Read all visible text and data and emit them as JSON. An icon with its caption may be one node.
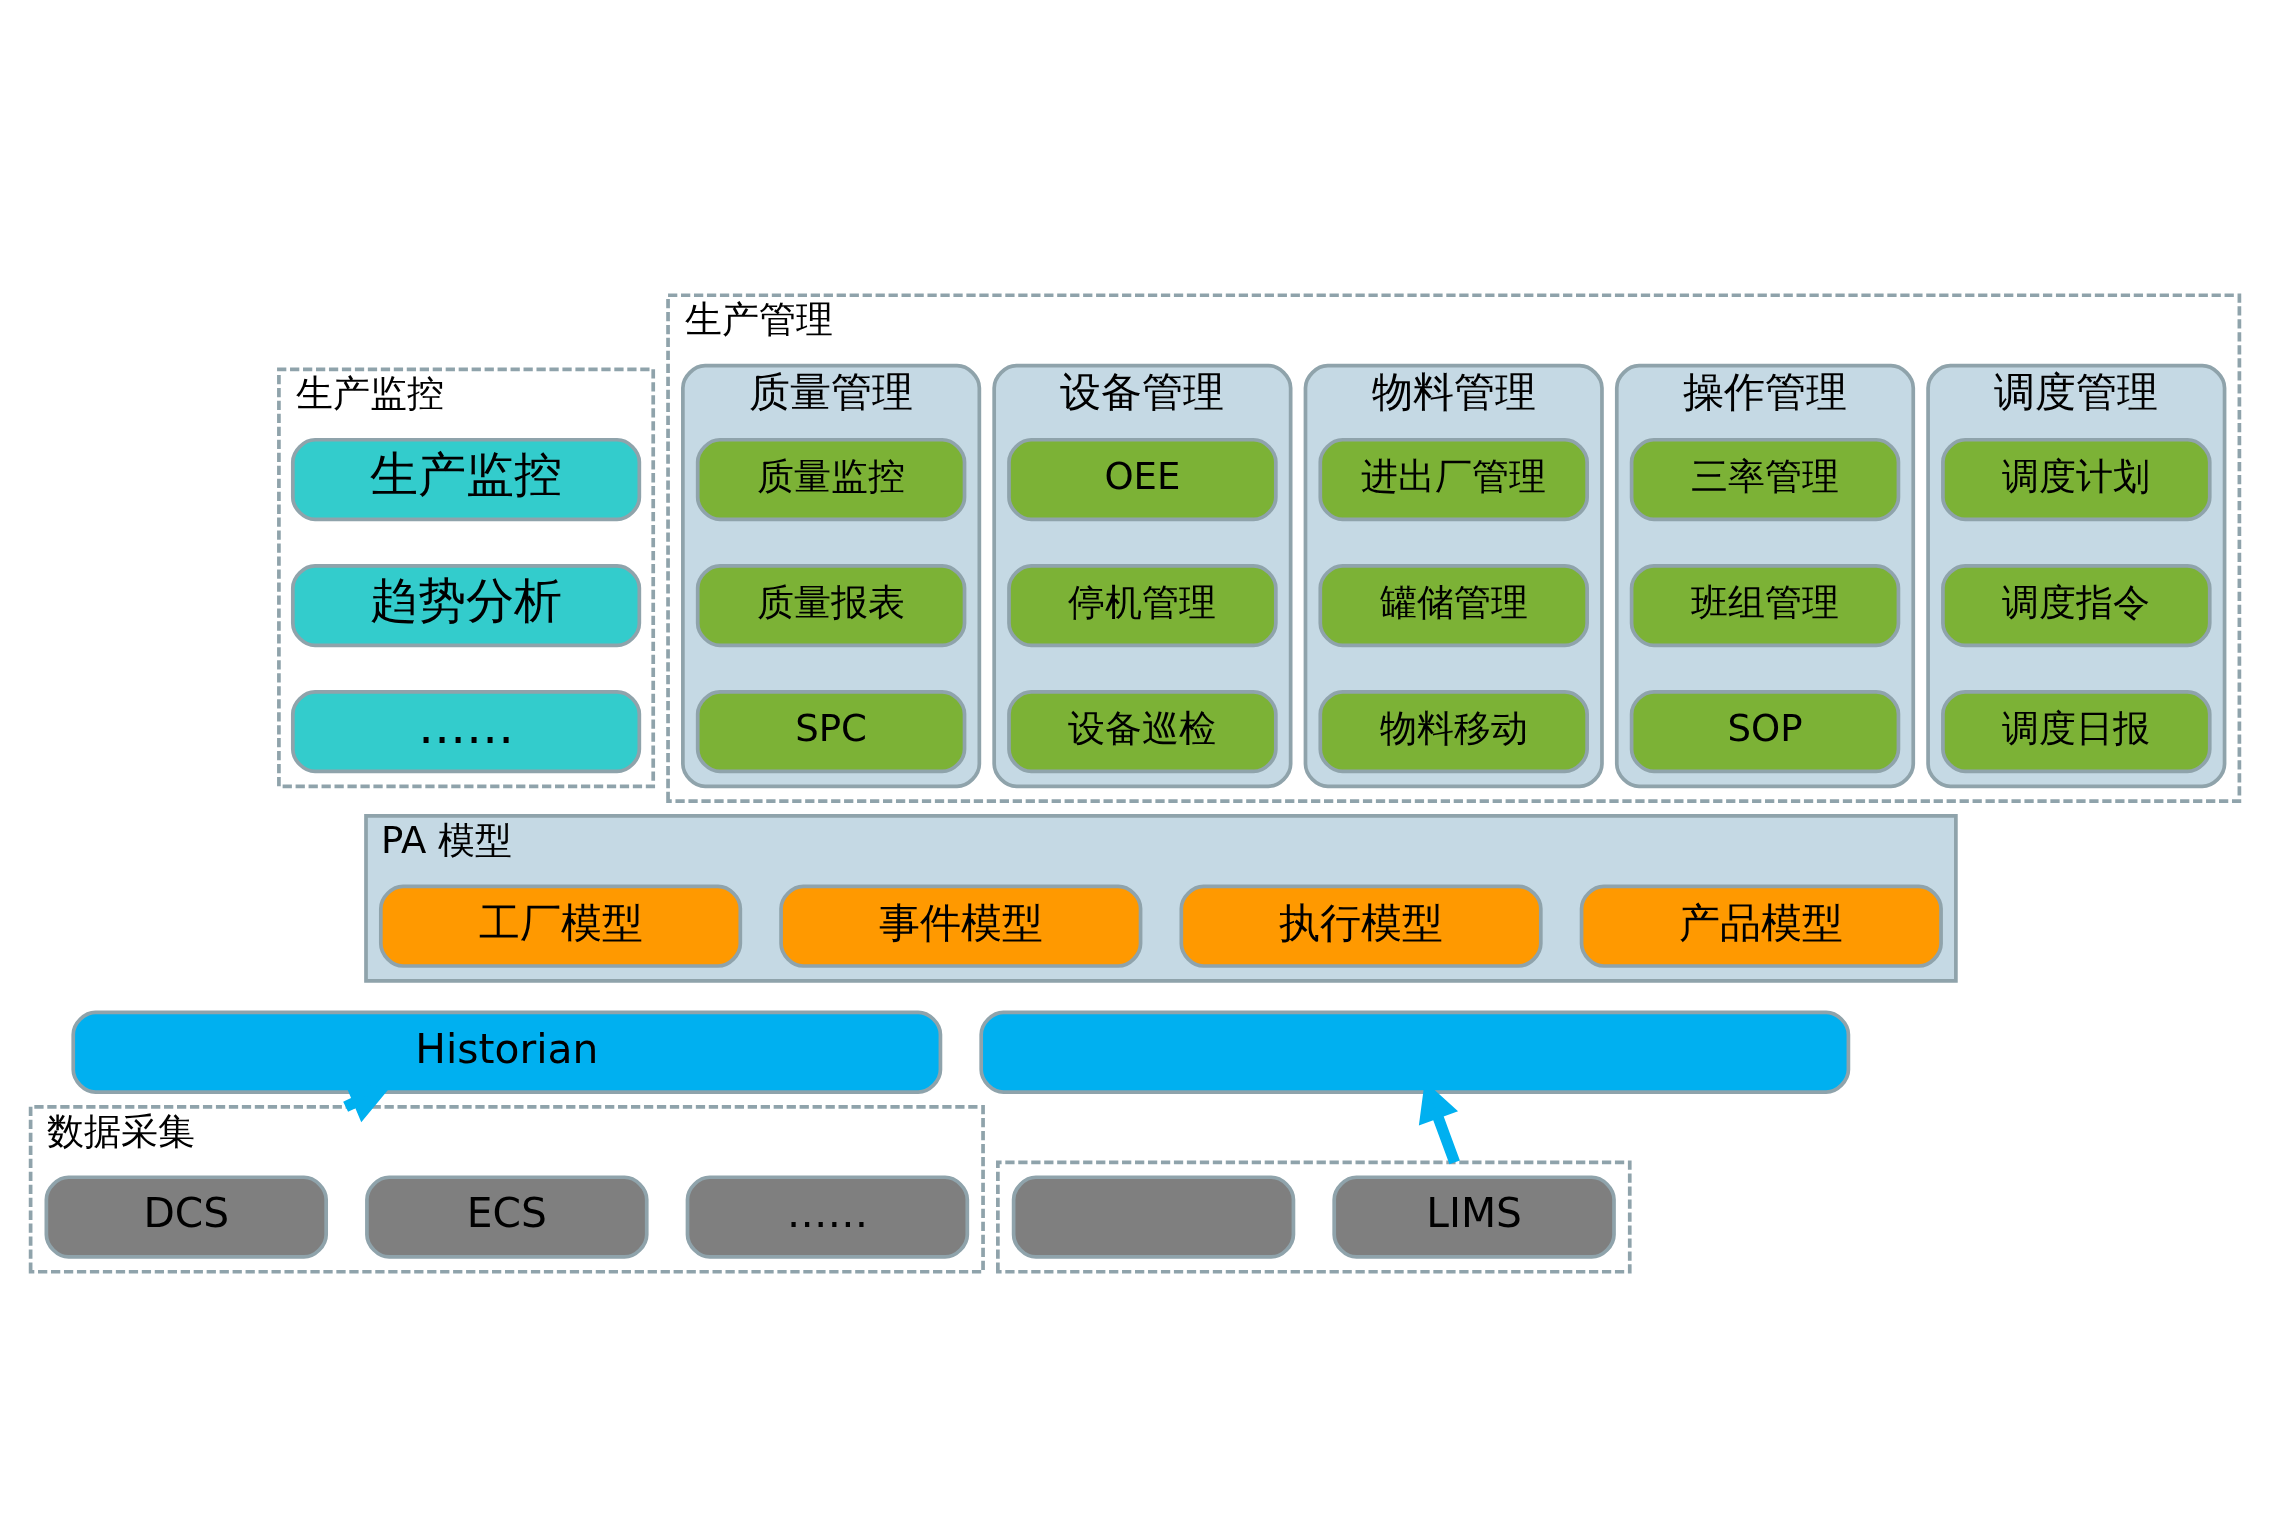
{
  "diagram": {
    "nodes": [
      {
        "text": [
          "生产监控"
        ]
      },
      {
        "text": [
          "生产监控"
        ],
        "in": 0
      },
      {
        "text": [
          "趋势分析"
        ],
        "in": 0
      },
      {
        "text": [
          "……"
        ],
        "in": 0
      },
      {
        "text": [
          "生产管理"
        ]
      },
      {
        "text": [
          "调度管理"
        ],
        "in": 4
      },
      {
        "text": [
          "调度计划"
        ],
        "in": 5
      },
      {
        "text": [
          "调度指令"
        ],
        "in": 5
      },
      {
        "text": [
          "调度日报"
        ],
        "in": 5
      },
      {
        "text": [
          "操作管理"
        ],
        "in": 4
      },
      {
        "text": [
          "三率管理"
        ],
        "in": 9
      },
      {
        "text": [
          "班组管理"
        ],
        "in": 9
      },
      {
        "text": [
          "SOP"
        ],
        "in": 9
      },
      {
        "text": [
          "物料管理"
        ],
        "in": 4
      },
      {
        "text": [
          "进出厂管理"
        ],
        "in": 13
      },
      {
        "text": [
          "罐储管理"
        ],
        "in": 13
      },
      {
        "text": [
          "物料移动"
        ],
        "in": 13
      },
      {
        "text": [
          "设备管理"
        ],
        "in": 4
      },
      {
        "text": [
          "OEE"
        ],
        "in": 17
      },
      {
        "text": [
          "停机管理"
        ],
        "in": 17
      },
      {
        "text": [
          "设备巡检"
        ],
        "in": 17
      },
      {
        "text": [
          "质量管理"
        ],
        "in": 4
      },
      {
        "text": [
          "质量监控"
        ],
        "in": 21
      },
      {
        "text": [
          "质量报表"
        ],
        "in": 21
      },
      {
        "text": [
          "SPC"
        ],
        "in": 21
      },
      {
        "text": [
          "PA 模型"
        ]
      },
      {
        "text": [
          "工厂模型"
        ],
        "in": 25
      },
      {
        "text": [
          "产品模型"
        ],
        "in": 25
      },
      {
        "text": [
          "执行模型"
        ],
        "in": 25
      },
      {
        "text": [
          "事件模型"
        ],
        "in": 25
      },
      {
        "text": [
          "Historian"
        ]
      },
      {
        "text": [],
        "shape": "box"
      },
      {
        "text": [
          "数据采集"
        ]
      },
      {
        "text": [
          "DCS"
        ],
        "in": 32
      },
      {
        "text": [
          "ECS"
        ],
        "in": 32
      },
      {
        "text": [
          "……"
        ],
        "in": 32
      },
      {
        "text": [],
        "shape": "box"
      },
      {
        "text": [
          "LIMS"
        ],
        "in": 36
      },
      {
        "text": [],
        "shape": "box",
        "in": 36
      }
    ],
    "edges": [
      {
        "from": 32,
        "to": 30,
        "arrow": "to"
      },
      {
        "from": 36,
        "to": 31,
        "arrow": "to"
      }
    ]
  }
}
